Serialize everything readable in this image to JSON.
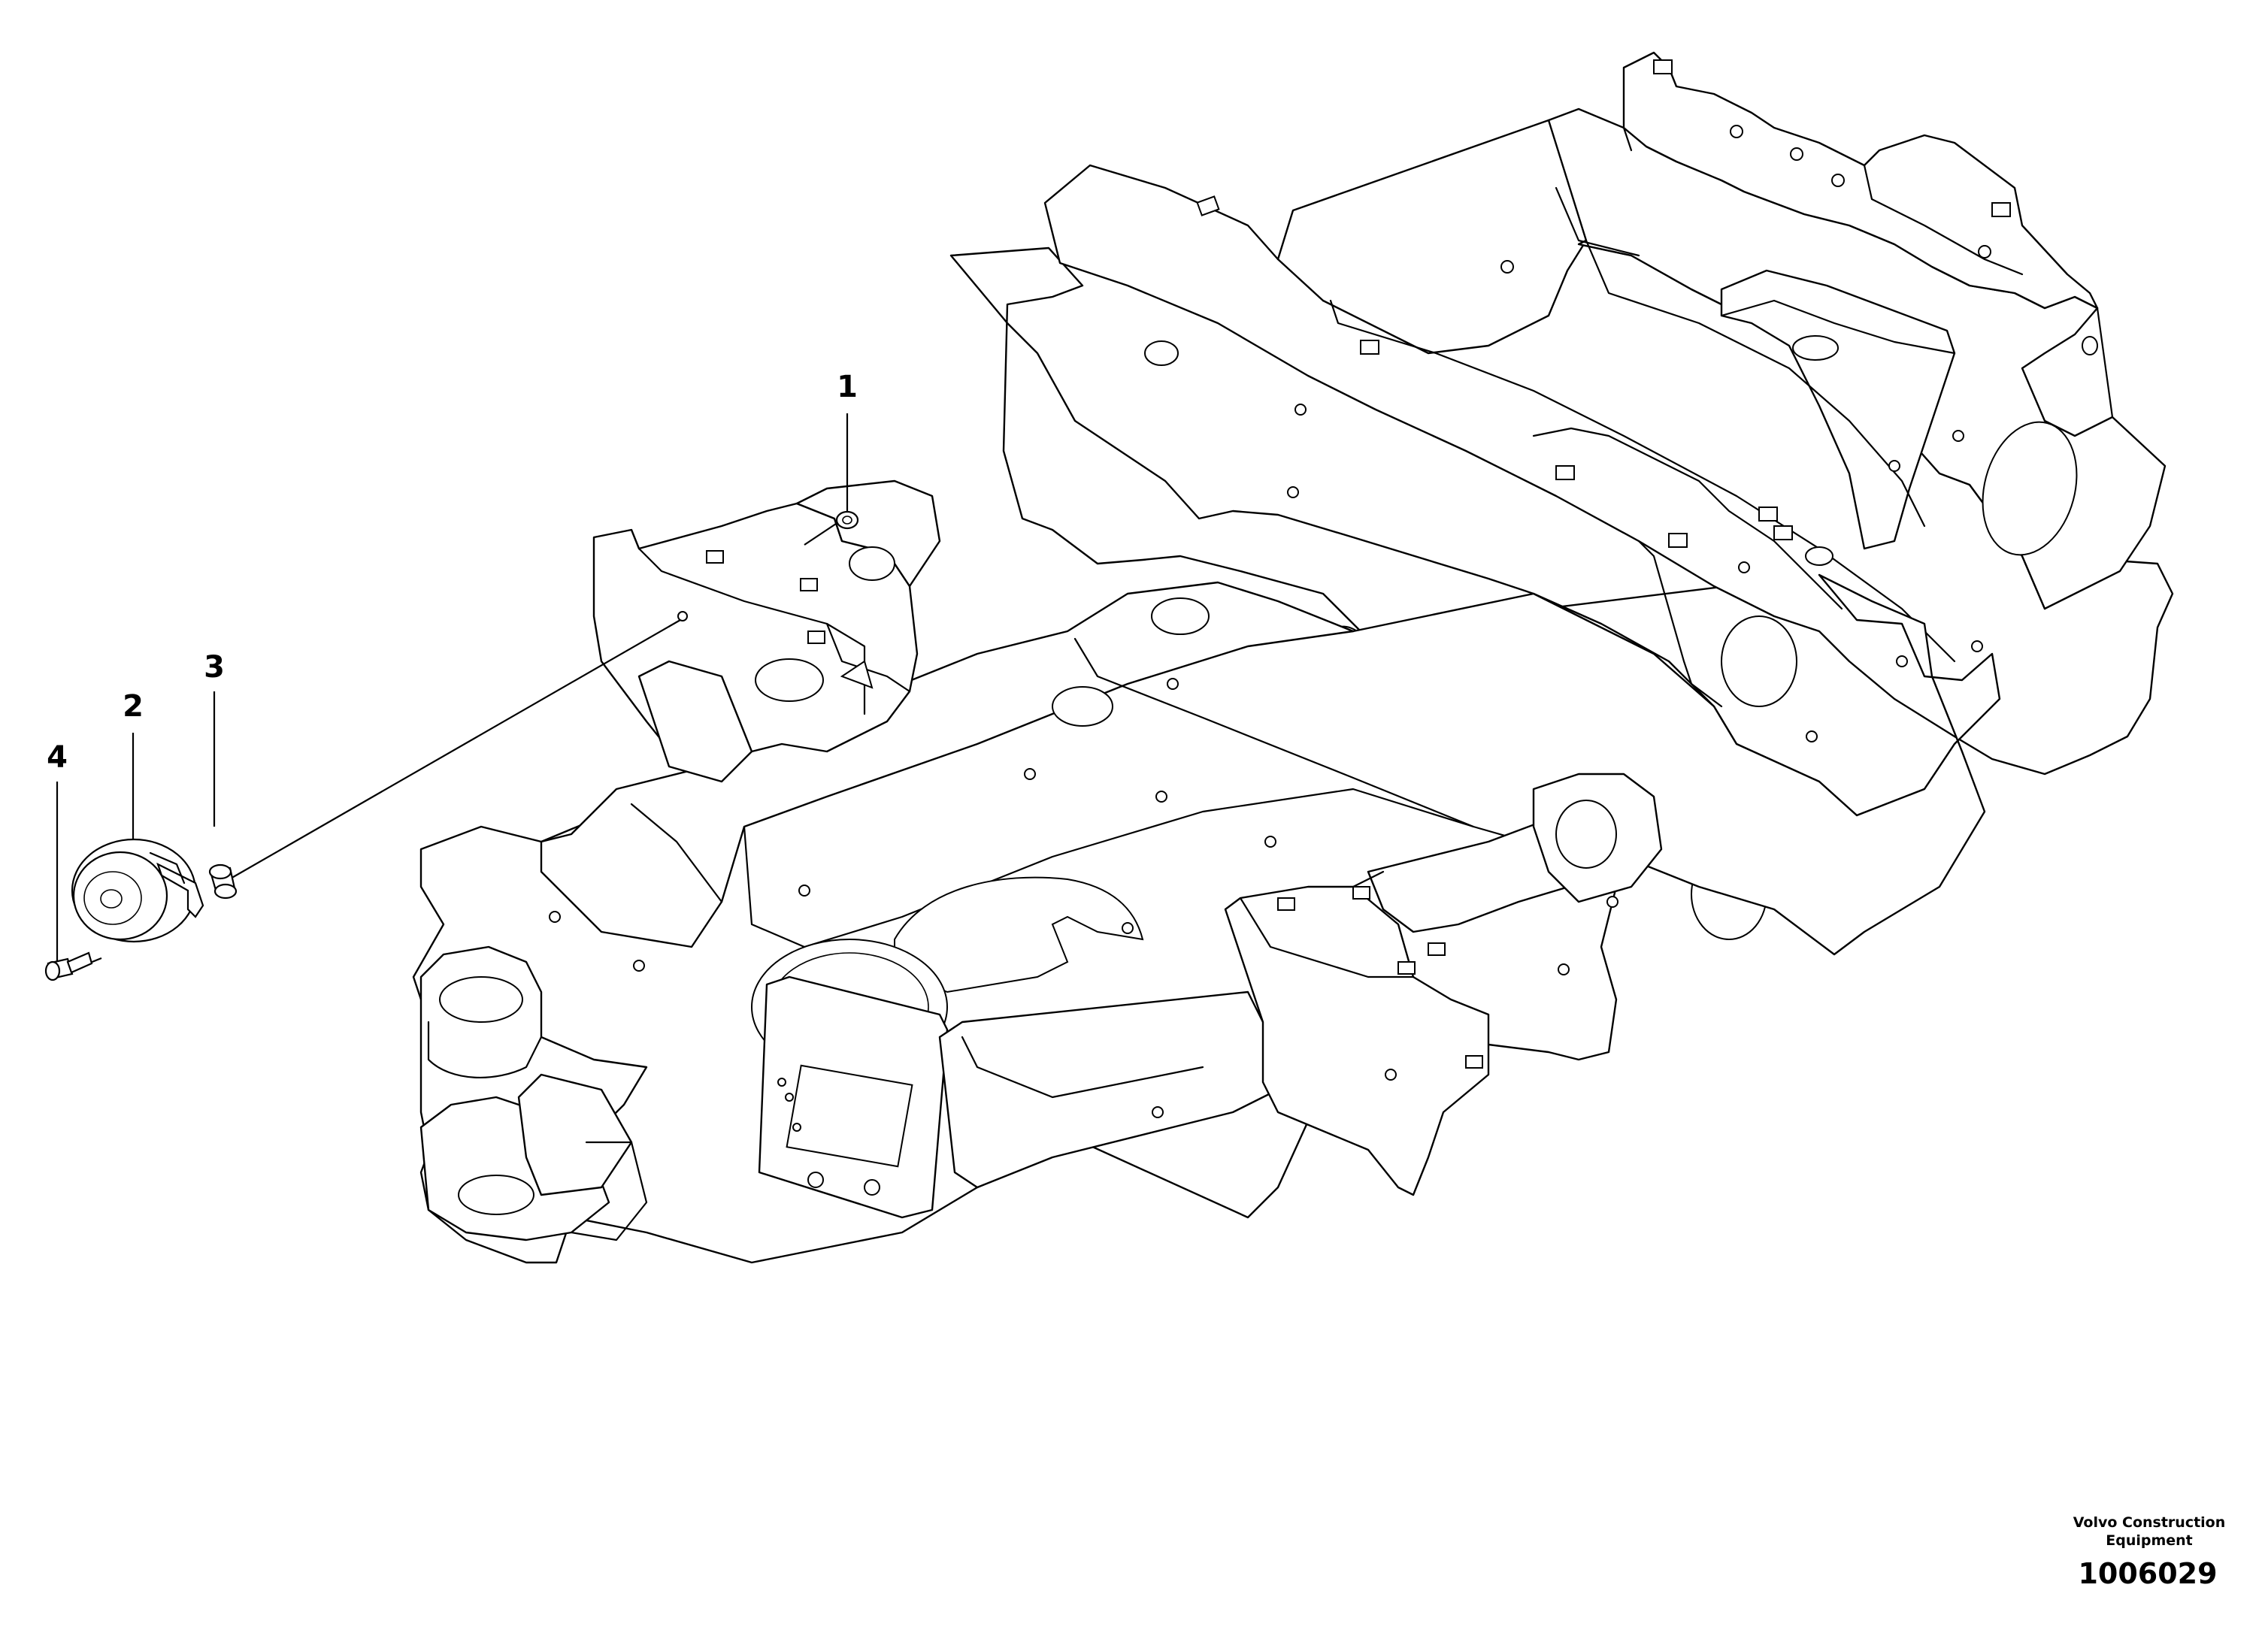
{
  "diagram": {
    "type": "exploded-parts-view",
    "callouts": [
      {
        "id": "callout-1",
        "label": "1"
      },
      {
        "id": "callout-2",
        "label": "2"
      },
      {
        "id": "callout-3",
        "label": "3"
      },
      {
        "id": "callout-4",
        "label": "4"
      }
    ]
  },
  "footer": {
    "brand_line1": "Volvo Construction",
    "brand_line2": "Equipment",
    "figure_number": "1006029"
  },
  "colors": {
    "line": "#000000",
    "background": "#ffffff"
  }
}
